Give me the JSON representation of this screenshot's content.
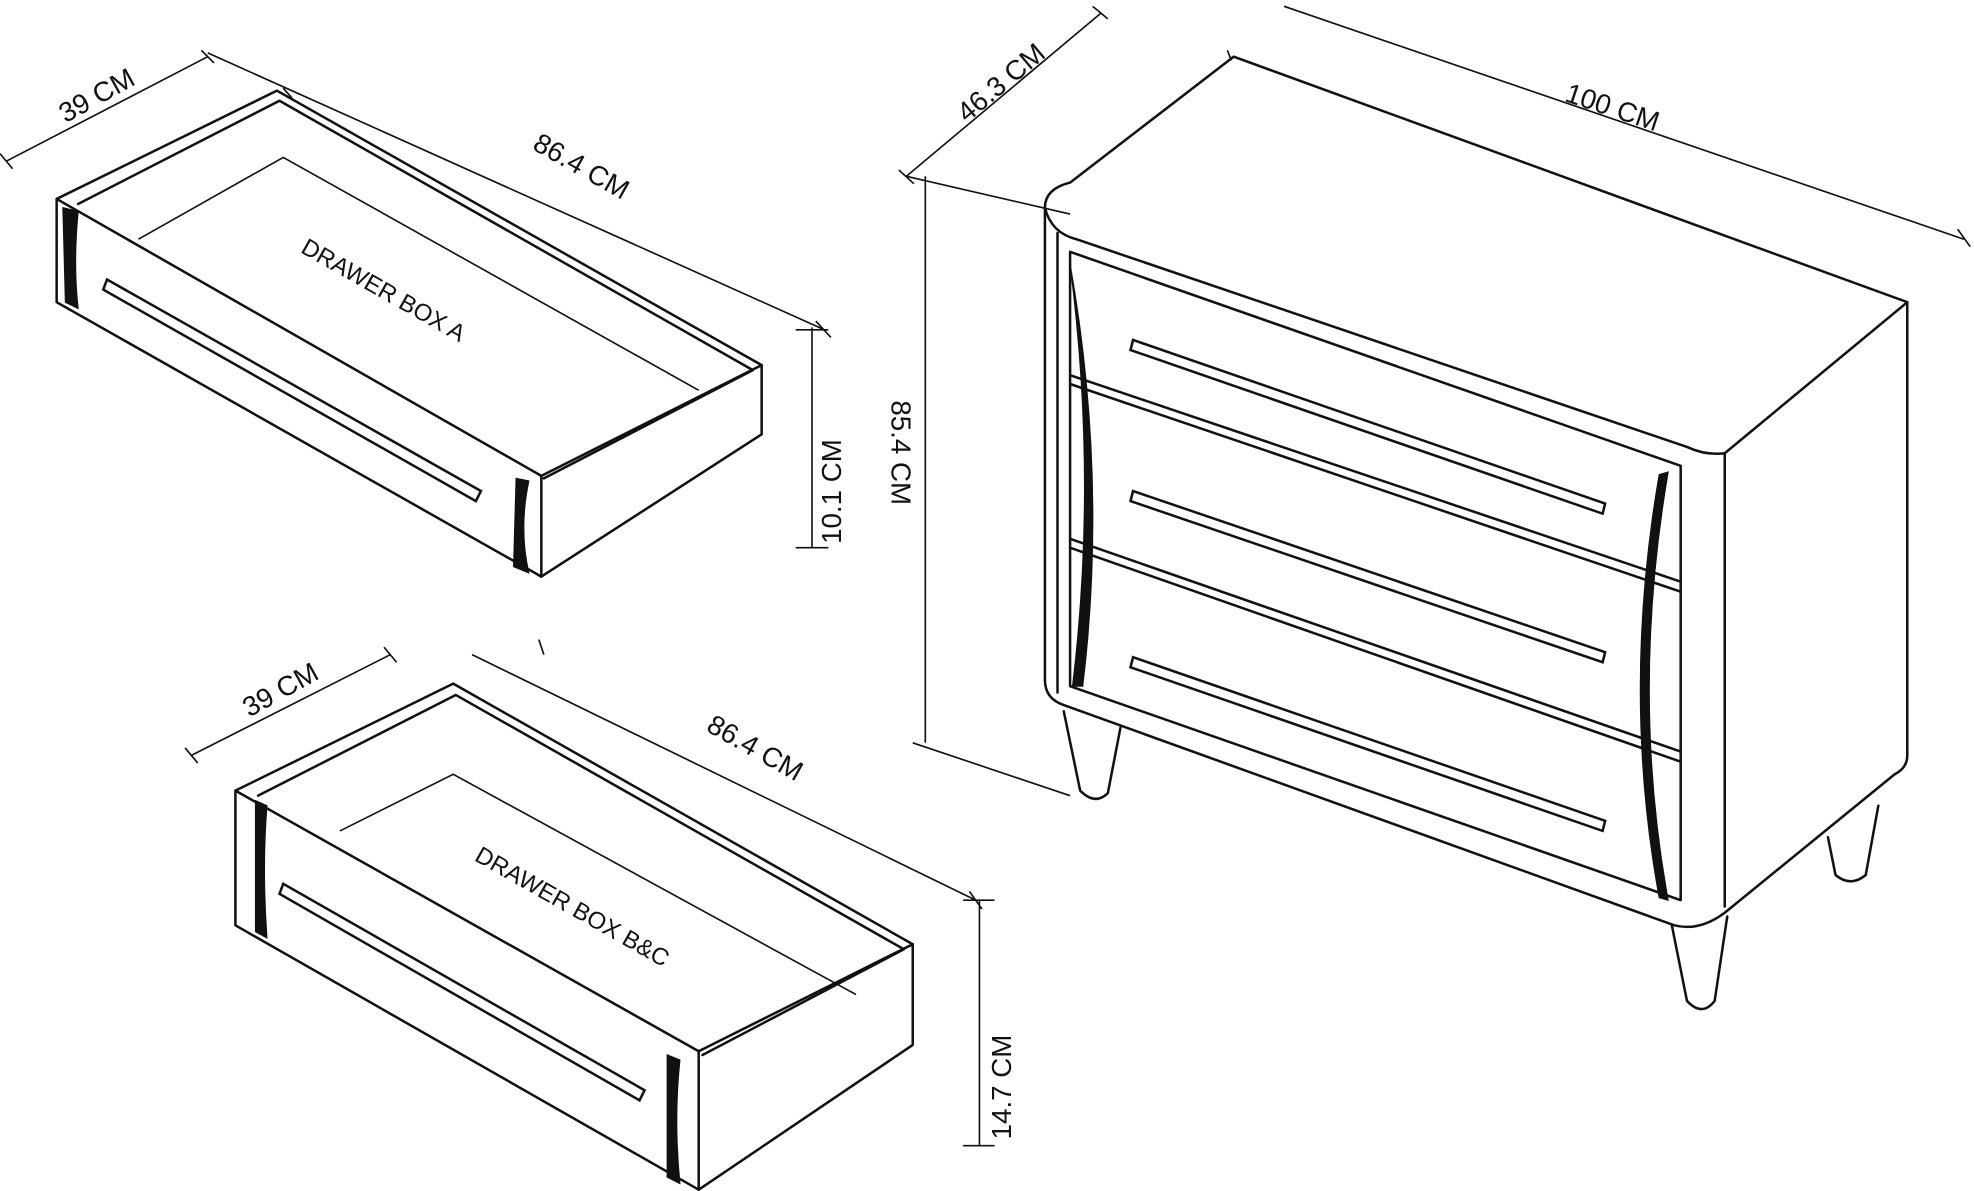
{
  "drawer_a": {
    "label": "DRAWER BOX A",
    "depth": "39 CM",
    "width": "86.4 CM",
    "height": "10.1 CM"
  },
  "drawer_bc": {
    "label": "DRAWER BOX B&C",
    "depth": "39 CM",
    "width": "86.4 CM",
    "height": "14.7 CM"
  },
  "chest": {
    "depth": "46.3 CM",
    "width": "100 CM",
    "height": "85.4 CM"
  }
}
